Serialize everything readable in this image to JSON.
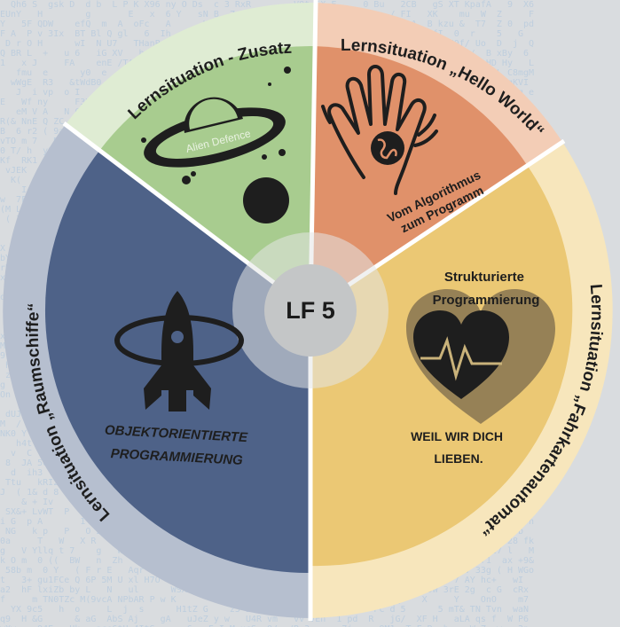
{
  "segments": {
    "zusatz": {
      "title": "Lernsituation  - Zusatz",
      "caption": "Alien Defence",
      "icon": "ufo-icon"
    },
    "hello": {
      "title": "Lernsituation „Hello World“",
      "caption": "Vom Algorithmus zum Programm",
      "icon": "hand-globe-icon"
    },
    "fahrkarte": {
      "title": "Lernsituation „Fahrkartenautomat“",
      "caption_top": "Strukturierte Programmierung",
      "caption_bottom": "WEIL WIR DICH LIEBEN.",
      "icon": "heart-pulse-icon"
    },
    "raumschiffe": {
      "title": "Lernsituation „Raumschiffe“",
      "caption": "OBJEKTORIENTIERTE PROGRAMMIERUNG",
      "icon": "rocket-icon"
    }
  },
  "center": {
    "label": "LF 5"
  },
  "colors": {
    "zusatz_outer": "#dfecd3",
    "zusatz_inner": "#a8cc8f",
    "hello_outer": "#f3cdb6",
    "hello_inner": "#e0916a",
    "fahrkarte_outer": "#f7e6bc",
    "fahrkarte_inner": "#ebc874",
    "raumschiffe_outer": "#b6bfcf",
    "raumschiffe_inner": "#4e6288",
    "center": "#c4c6c7",
    "icon": "#1e1e1e"
  }
}
